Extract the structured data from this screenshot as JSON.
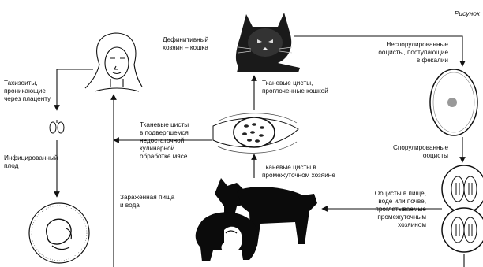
{
  "figure": {
    "label": "Рисунок"
  },
  "labels": {
    "definitive_host": "Дефинитивный\nхозяин – кошка",
    "unsporulated_oocysts": "Неспорулированные\nооцисты, поступающие\nв фекалии",
    "tissue_cysts_by_cat": "Тканевые цисты,\nпроглоченные кошкой",
    "tachyzoites": "Тахизоиты,\nпроникающие\nчерез плаценту",
    "undercooked_meat": "Тканевые цисты\nв подвергшемся\nнедостаточной\nкулинарной\nобработке мясе",
    "sporulated_oocysts": "Спорулированные\nооцисты",
    "infected_fetus": "Инфицированный\nплод",
    "intermediate_host_cysts": "Тканевые цисты в\nпромежуточном хозяине",
    "contaminated_food": "Зараженная пища\nи вода",
    "oocysts_ingested": "Ооцисты в пище,\nводе или почве,\nпроглатываемые\nпромежуточным\nхозяином"
  }
}
